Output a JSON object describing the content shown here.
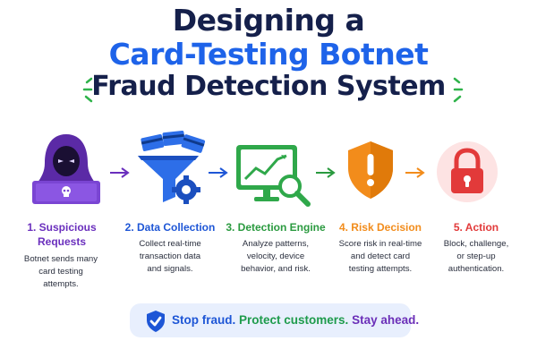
{
  "title": {
    "line1": "Designing a",
    "line2": "Card-Testing Botnet",
    "line3": "Fraud Detection System"
  },
  "steps": [
    {
      "title_line1": "1. Suspicious",
      "title_line2": "Requests",
      "desc": [
        "Botnet sends many",
        "card testing",
        "attempts."
      ],
      "color": "#6a2fbd",
      "icon": "hooded-hacker-laptop-icon"
    },
    {
      "title_line1": "2. Data Collection",
      "title_line2": "",
      "desc": [
        "Collect real-time",
        "transaction data",
        "and signals."
      ],
      "color": "#1e56d6",
      "icon": "funnel-cards-gear-icon"
    },
    {
      "title_line1": "3. Detection Engine",
      "title_line2": "",
      "desc": [
        "Analyze patterns,",
        "velocity, device",
        "behavior, and risk."
      ],
      "color": "#2a9a3f",
      "icon": "monitor-chart-magnifier-icon"
    },
    {
      "title_line1": "4. Risk Decision",
      "title_line2": "",
      "desc": [
        "Score risk in real-time",
        "and detect card",
        "testing attempts."
      ],
      "color": "#f28c1b",
      "icon": "warning-shield-icon"
    },
    {
      "title_line1": "5. Action",
      "title_line2": "",
      "desc": [
        "Block, challenge,",
        "or step-up",
        "authentication."
      ],
      "color": "#e23a3a",
      "icon": "lock-icon"
    }
  ],
  "banner": {
    "part1": "Stop fraud.",
    "part2": "Protect customers.",
    "part3": "Stay ahead.",
    "icon": "check-shield-icon"
  },
  "colors": {
    "navy": "#15204b",
    "blue": "#1e63e9",
    "green": "#2a9a3f",
    "purple": "#6a2fbd",
    "orange": "#f28c1b",
    "red": "#e23a3a",
    "banner_bg": "#e8effd"
  }
}
